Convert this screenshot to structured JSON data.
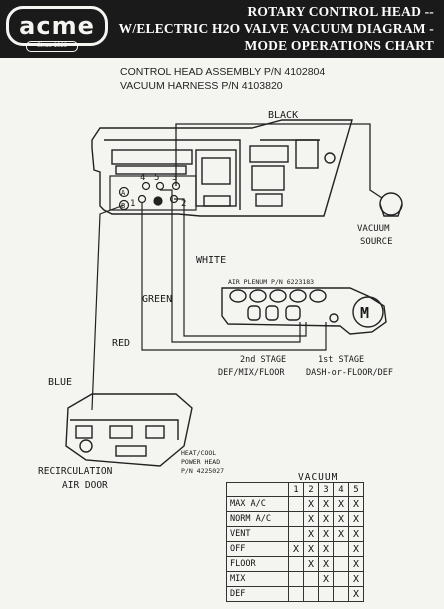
{
  "header": {
    "logo_text": "acme",
    "logo_sub": "Since 1926",
    "title_lines": [
      "ROTARY CONTROL HEAD --",
      "W/ELECTRIC H2O VALVE VACUUM DIAGRAM -",
      "MODE OPERATIONS CHART"
    ]
  },
  "parts": {
    "control_head": "CONTROL HEAD ASSEMBLY P/N 4102804",
    "harness": "VACUUM HARNESS P/N 4103820"
  },
  "diagram": {
    "labels": {
      "black": "BLACK",
      "vacuum": "VACUUM",
      "source": "SOURCE",
      "white": "WHITE",
      "green": "GREEN",
      "red": "RED",
      "blue": "BLUE",
      "air_plenum": "AIR PLENUM P/N 6223183",
      "stage2": "2nd STAGE",
      "stage2_modes": "DEF/MIX/FLOOR",
      "stage1": "1st STAGE",
      "stage1_modes": "DASH-or-FLOOR/DEF",
      "recirc1": "RECIRCULATION",
      "recirc2": "AIR DOOR",
      "powerhead1": "HEAT/COOL",
      "powerhead2": "POWER HEAD",
      "powerhead3": "P/N 4225027",
      "motor": "M",
      "port_nums": [
        "4",
        "5",
        "3",
        "1",
        "2"
      ],
      "port_letters": [
        "A",
        "B"
      ]
    }
  },
  "vacuum_table": {
    "title": "VACUUM",
    "columns": [
      "1",
      "2",
      "3",
      "4",
      "5"
    ],
    "rows": [
      {
        "mode": "MAX A/C",
        "marks": [
          "",
          "X",
          "X",
          "X",
          "X"
        ]
      },
      {
        "mode": "NORM A/C",
        "marks": [
          "",
          "X",
          "X",
          "X",
          "X"
        ]
      },
      {
        "mode": "VENT",
        "marks": [
          "",
          "X",
          "X",
          "X",
          "X"
        ]
      },
      {
        "mode": "OFF",
        "marks": [
          "X",
          "X",
          "X",
          "",
          "X"
        ]
      },
      {
        "mode": "FLOOR",
        "marks": [
          "",
          "X",
          "X",
          "",
          "X"
        ]
      },
      {
        "mode": "MIX",
        "marks": [
          "",
          "",
          "X",
          "",
          "X"
        ]
      },
      {
        "mode": "DEF",
        "marks": [
          "",
          "",
          "",
          "",
          "X"
        ]
      }
    ]
  }
}
